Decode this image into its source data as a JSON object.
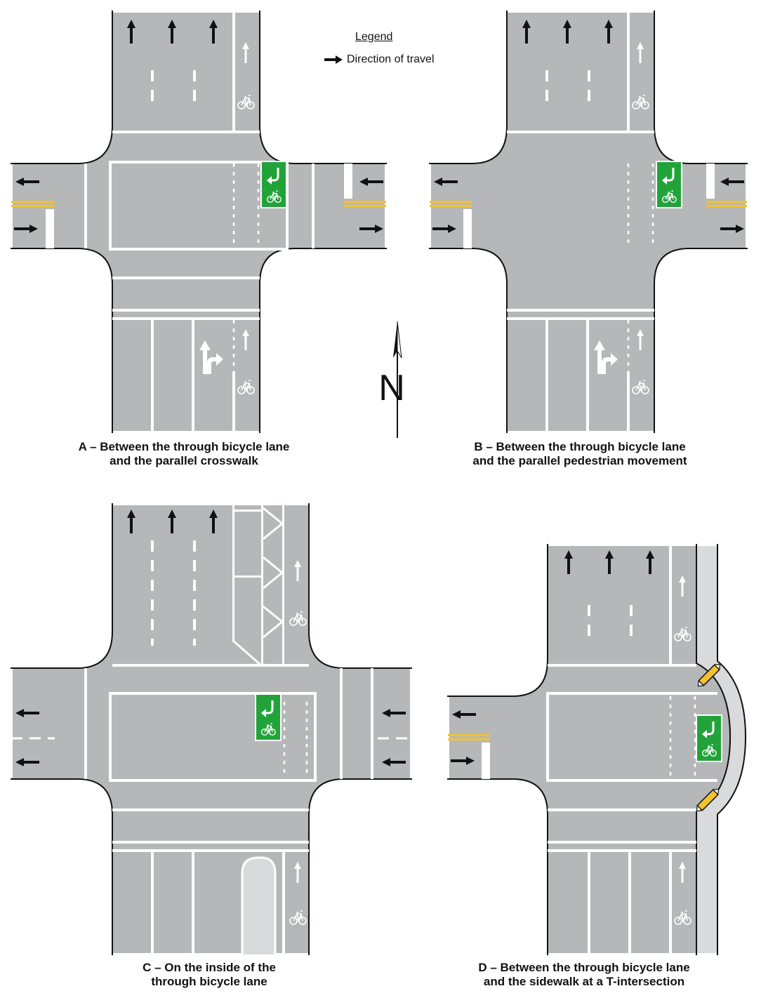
{
  "legend": {
    "title": "Legend",
    "item_label": "Direction of travel"
  },
  "compass": {
    "label": "N"
  },
  "panels": [
    {
      "id": "A",
      "line1": "A – Between the through bicycle lane",
      "line2": "and the parallel crosswalk"
    },
    {
      "id": "B",
      "line1": "B – Between the through bicycle lane",
      "line2": "and the parallel pedestrian movement"
    },
    {
      "id": "C",
      "line1": "C – On the inside of the",
      "line2": "through bicycle lane"
    },
    {
      "id": "D",
      "line1": "D – Between the through bicycle lane",
      "line2": "and the sidewalk at a T-intersection"
    }
  ],
  "colors": {
    "road": "#b5b7b9",
    "marking": "#ffffff",
    "curb": "#111111",
    "center_line": "#f2c230",
    "bike_box": "#22a33a",
    "sidewalk": "#d9dadb",
    "arrow": "#111111"
  },
  "icons": [
    "arrow-icon",
    "bicycle-icon",
    "left-turn-arrow-icon",
    "through-right-arrow-icon",
    "north-arrow-icon",
    "bollard-icon"
  ]
}
